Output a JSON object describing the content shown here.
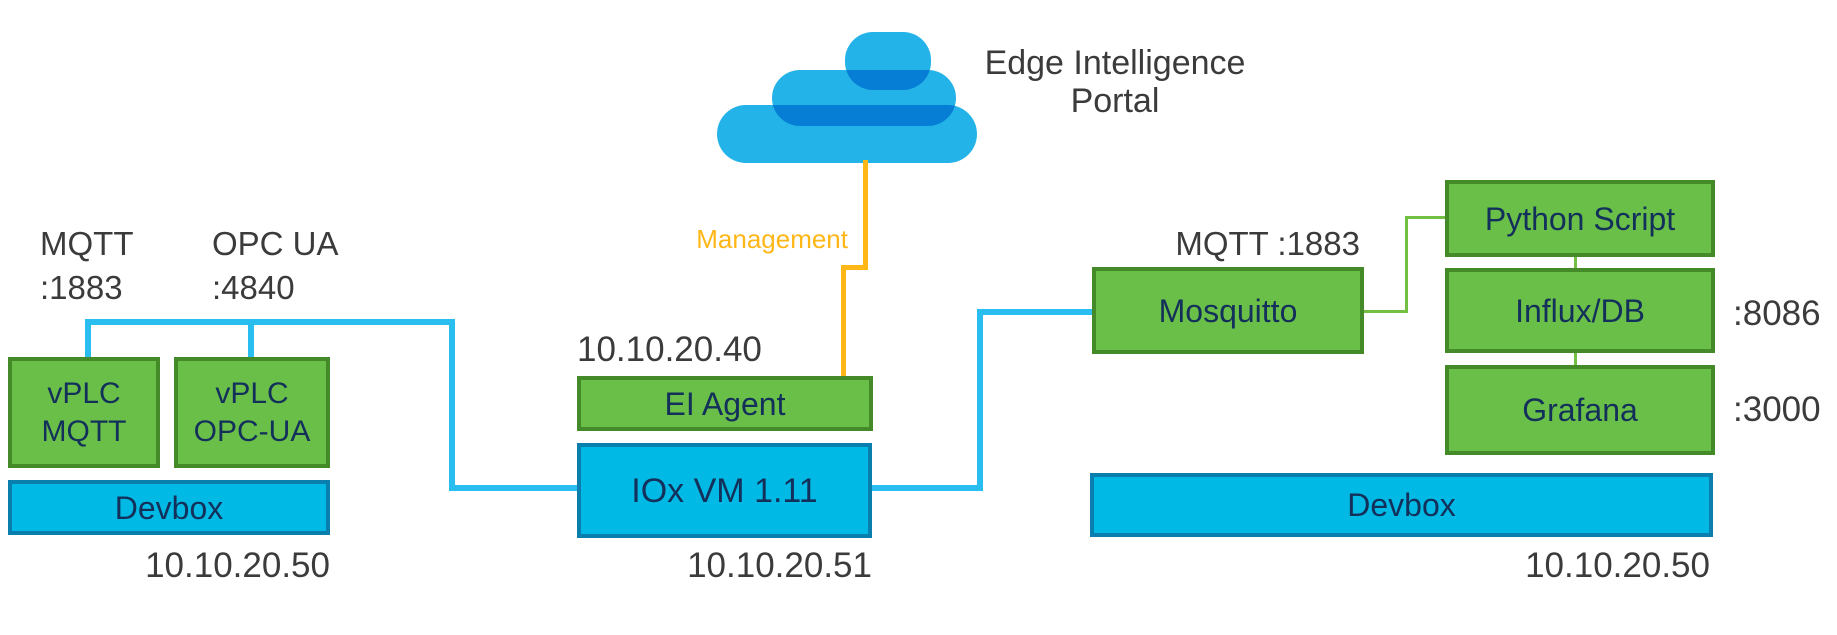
{
  "diagram": {
    "cloud": {
      "label_line1": "Edge Intelligence",
      "label_line2": "Portal"
    },
    "management_label": "Management",
    "left": {
      "mqtt_port_line1": "MQTT",
      "mqtt_port_line2": ":1883",
      "opcua_port_line1": "OPC UA",
      "opcua_port_line2": ":4840",
      "vplc_mqtt_line1": "vPLC",
      "vplc_mqtt_line2": "MQTT",
      "vplc_opcua_line1": "vPLC",
      "vplc_opcua_line2": "OPC-UA",
      "devbox_label": "Devbox",
      "ip": "10.10.20.50"
    },
    "center": {
      "ip_top": "10.10.20.40",
      "ei_agent_label": "EI Agent",
      "iox_vm_label": "IOx VM 1.11",
      "ip_bottom": "10.10.20.51"
    },
    "right": {
      "mqtt_port_label": "MQTT :1883",
      "mosquitto_label": "Mosquitto",
      "python_script_label": "Python Script",
      "influx_label": "Influx/DB",
      "influx_port": ":8086",
      "grafana_label": "Grafana",
      "grafana_port": ":3000",
      "devbox_label": "Devbox",
      "ip": "10.10.20.50"
    },
    "colors": {
      "green_fill": "#6abf48",
      "green_border": "#448a29",
      "cyan_fill": "#00b9e4",
      "cyan_border": "#0a7fae",
      "cyan_line": "#29bdf0",
      "green_line": "#72bf44",
      "yellow": "#ffb718",
      "navy_text": "#13305a",
      "gray_text": "#3b3b3b",
      "cloud_blue": "#24b3e9"
    }
  }
}
